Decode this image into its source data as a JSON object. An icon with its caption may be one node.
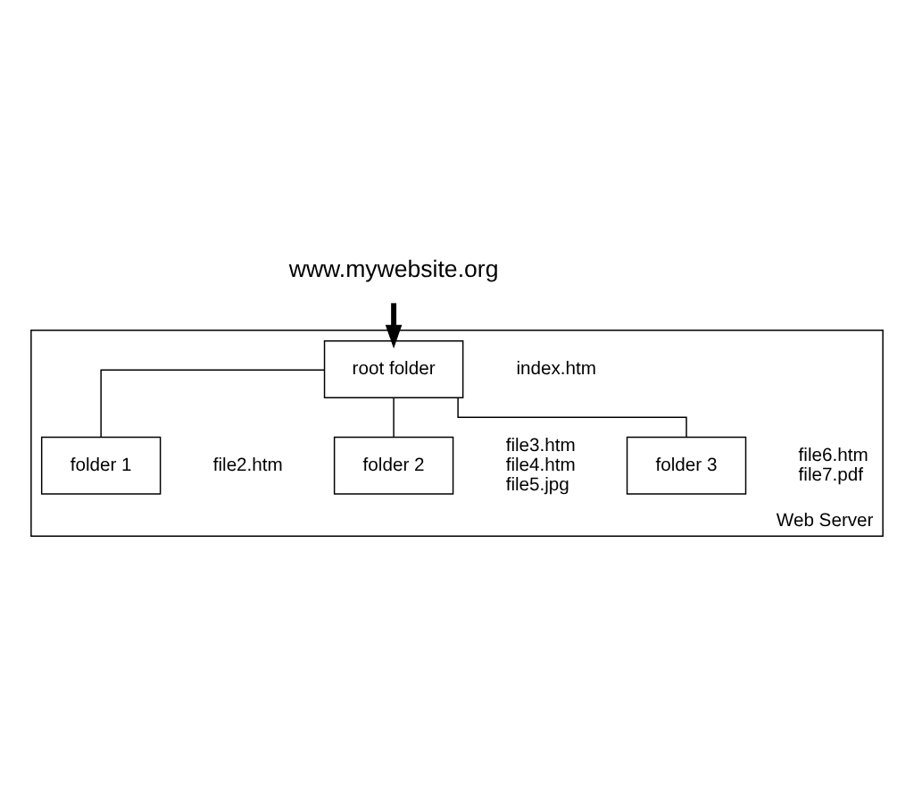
{
  "diagram": {
    "nodes": [
      {
        "text": [
          "Web Server"
        ]
      },
      {
        "text": [
          "www.mywebsite.org"
        ]
      },
      {
        "text": [
          "root folder"
        ],
        "in": 0,
        "beside": [
          "index.htm"
        ]
      },
      {
        "text": [
          "folder 1"
        ],
        "in": 0,
        "beside": [
          "file2.htm"
        ]
      },
      {
        "text": [
          "folder 2"
        ],
        "in": 0,
        "beside": [
          "file3.htm",
          "file4.htm",
          "file5.jpg"
        ]
      },
      {
        "text": [
          "folder 3"
        ],
        "in": 0,
        "beside": [
          "file6.htm",
          "file7.pdf"
        ]
      }
    ],
    "edges": [
      {
        "from": 1,
        "to": 2,
        "arrow": "to",
        "style": "thick"
      },
      {
        "from": 2,
        "to": 3,
        "arrow": "none"
      },
      {
        "from": 2,
        "to": 4,
        "arrow": "none"
      },
      {
        "from": 2,
        "to": 5,
        "arrow": "none"
      }
    ]
  }
}
